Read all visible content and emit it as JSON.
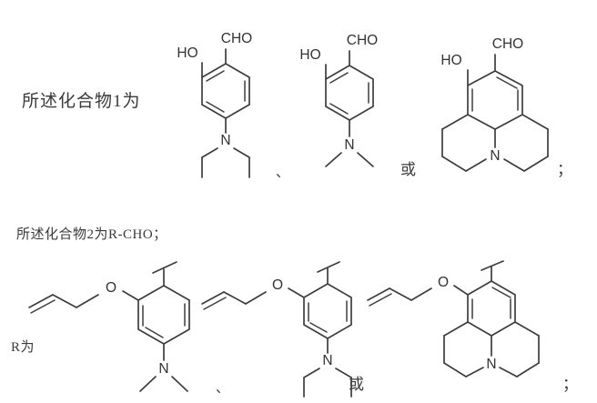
{
  "document": {
    "type": "patent-chemical-claim",
    "background_color": "#ffffff",
    "line_color": "#3d3d3d",
    "text_color": "#3a3a3a"
  },
  "lines": {
    "compound1_label": "所述化合物1为",
    "compound2_label": "所述化合物2为R-CHO；",
    "r_group_label": "R为"
  },
  "separators": {
    "enumeration": "、",
    "or": "或",
    "semicolon": "；"
  },
  "compound1_row": {
    "structures": [
      {
        "name": "4-(diethylamino)-2-hydroxybenzaldehyde",
        "labels": {
          "aldehyde": "CHO",
          "hydroxyl": "HO",
          "nitrogen": "N"
        },
        "substituents": [
          "CHO",
          "HO",
          "N(C2H5)2"
        ]
      },
      {
        "name": "4-(dimethylamino)-2-hydroxybenzaldehyde",
        "labels": {
          "aldehyde": "CHO",
          "hydroxyl": "HO",
          "nitrogen": "N"
        },
        "substituents": [
          "CHO",
          "HO",
          "N(CH3)2"
        ]
      },
      {
        "name": "8-hydroxyjulolidine-9-carbaldehyde",
        "labels": {
          "aldehyde": "CHO",
          "hydroxyl": "HO",
          "nitrogen": "N"
        },
        "substituents": [
          "CHO",
          "HO",
          "julolidine-N"
        ]
      }
    ]
  },
  "r_group_row": {
    "structures": [
      {
        "name": "3-(allyloxy)-4-(dimethylamino)phenyl",
        "labels": {
          "ether_oxygen": "O",
          "nitrogen": "N"
        },
        "substituents": [
          "O-allyl",
          "N(CH3)2",
          "attachment-point"
        ]
      },
      {
        "name": "3-(allyloxy)-4-(diethylamino)phenyl",
        "labels": {
          "ether_oxygen": "O",
          "nitrogen": "N"
        },
        "substituents": [
          "O-allyl",
          "N(C2H5)2",
          "attachment-point"
        ]
      },
      {
        "name": "8-(allyloxy)julolidin-9-yl",
        "labels": {
          "ether_oxygen": "O",
          "nitrogen": "N"
        },
        "substituents": [
          "O-allyl",
          "julolidine-N",
          "attachment-point"
        ]
      }
    ]
  }
}
